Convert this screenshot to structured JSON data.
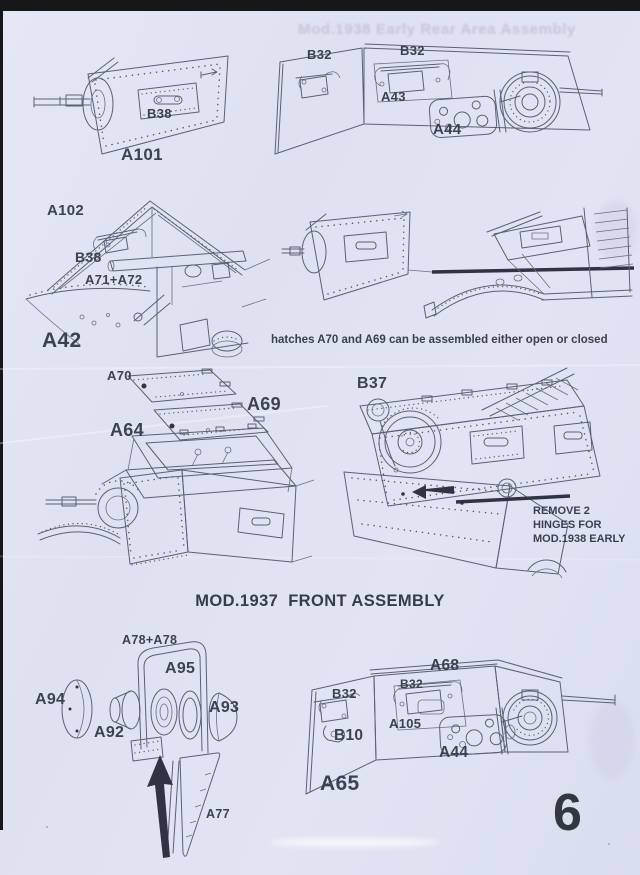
{
  "page": {
    "number": "6",
    "title": "MOD.1937  FRONT ASSEMBLY"
  },
  "notes": {
    "hatches": "hatches A70 and A69 can be assembled either open or closed",
    "remove_line1": "REMOVE 2",
    "remove_line2": "HINGES FOR",
    "remove_line3": "MOD.1938 EARLY"
  },
  "diagrams": {
    "front_plate": {
      "b38": "B38",
      "a101": "A101"
    },
    "upper_tray": {
      "b32_left": "B32",
      "b32_right": "B32",
      "a43": "A43",
      "a44": "A44"
    },
    "hull_interior": {
      "a102": "A102",
      "b38": "B38",
      "a71_a72": "A71+A72",
      "a42": "A42"
    },
    "hatch_stack": {
      "a70": "A70",
      "a69": "A69",
      "a64": "A64"
    },
    "front_armor": {
      "b37": "B37"
    },
    "headlight": {
      "a78_a78": "A78+A78",
      "a95": "A95",
      "a94": "A94",
      "a92": "A92",
      "a93": "A93",
      "a77": "A77"
    },
    "front_tray": {
      "a68": "A68",
      "b32_left": "B32",
      "b32_mid": "B32",
      "a105": "A105",
      "b10": "B10",
      "a44": "A44",
      "a65": "A65"
    }
  },
  "artifacts": {
    "bleedthrough_top": "Mod.1938 Early Rear Area Assembly"
  }
}
